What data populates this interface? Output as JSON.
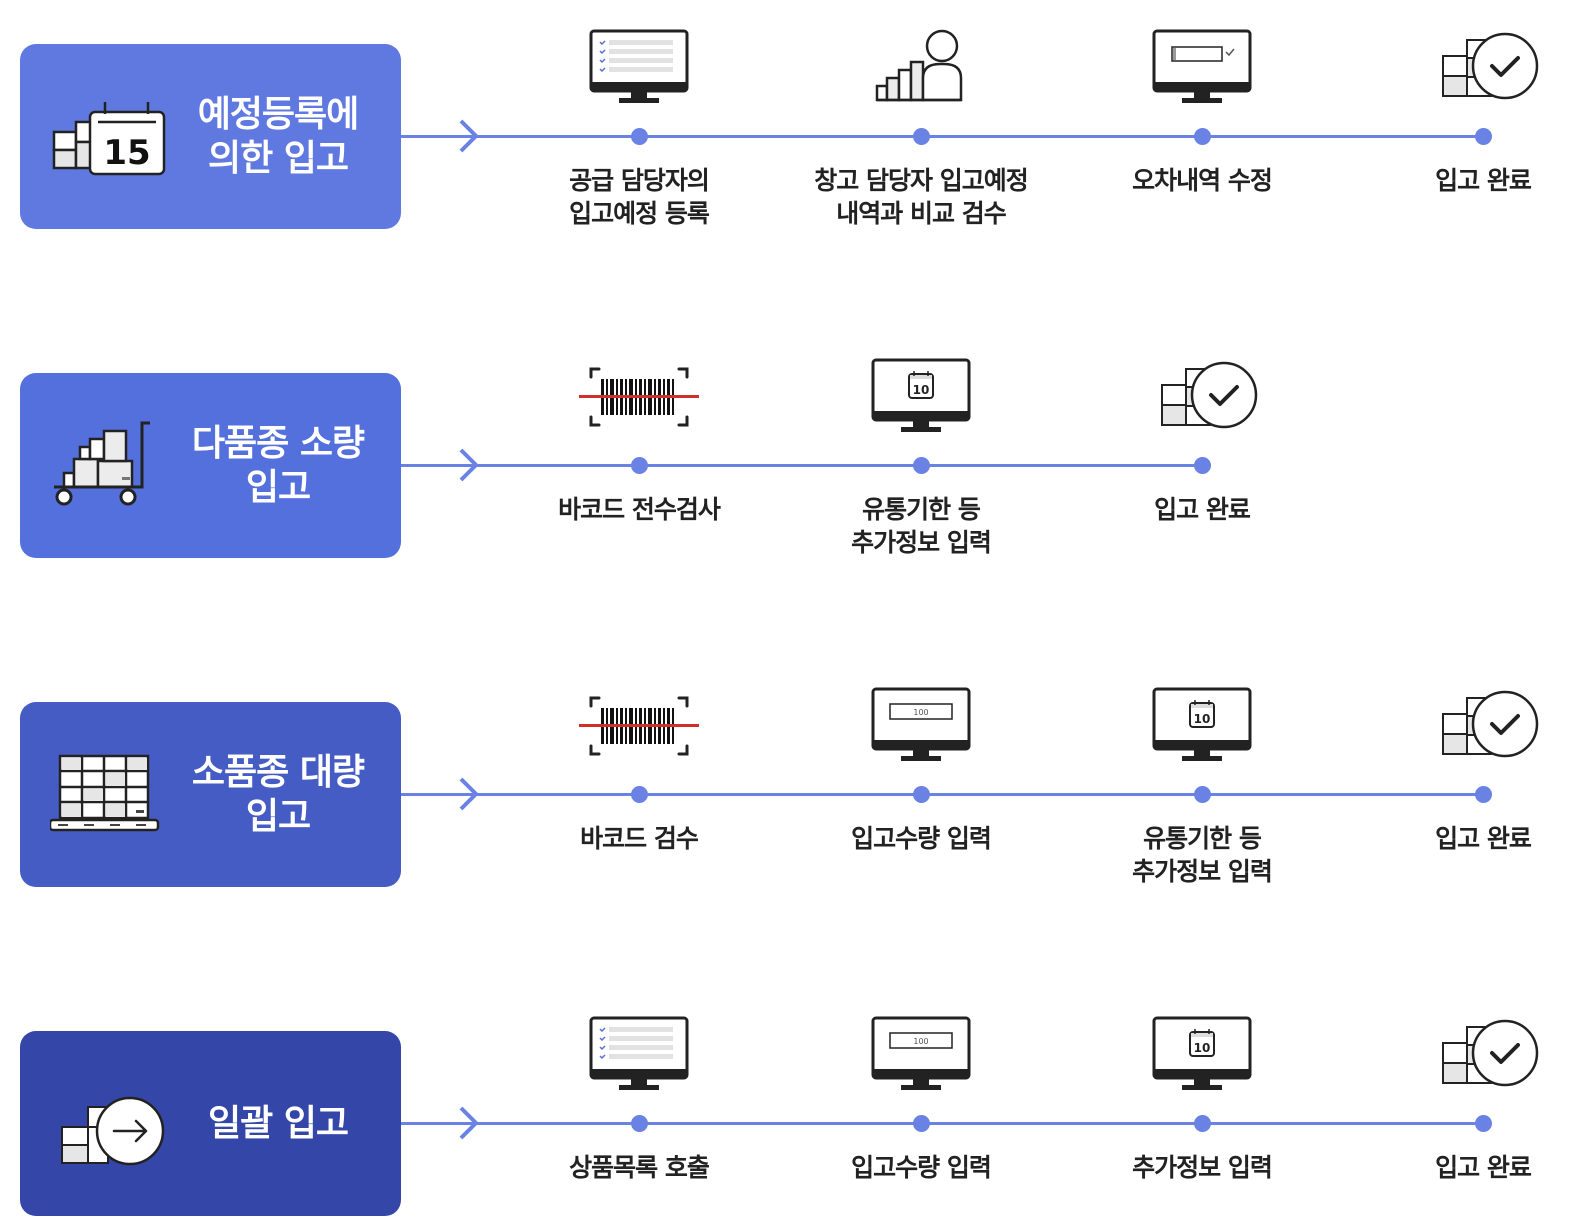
{
  "colors": {
    "line": "#6a82e3",
    "dot": "#6a82e3",
    "barcode_scan_line": "#d0302a",
    "text": "#222222"
  },
  "flows": [
    {
      "title": "예정등록에\n의한 입고",
      "card_color": "#6079e0",
      "card_icon": "calendar-boxes-icon",
      "calendar_day": "15",
      "steps": [
        {
          "icon": "monitor-checklist-icon",
          "label": "공급 담당자의\n입고예정 등록"
        },
        {
          "icon": "person-boxes-icon",
          "label": "창고 담당자 입고예정\n내역과 비교 검수"
        },
        {
          "icon": "monitor-input-check-icon",
          "label": "오차내역 수정"
        },
        {
          "icon": "boxes-checkmark-icon",
          "label": "입고 완료"
        }
      ]
    },
    {
      "title": "다품종 소량\n입고",
      "card_color": "#5470dc",
      "card_icon": "hand-truck-boxes-icon",
      "steps": [
        {
          "icon": "barcode-scan-icon",
          "label": "바코드 전수검사"
        },
        {
          "icon": "monitor-calendar-icon",
          "label": "유통기한 등\n추가정보 입력",
          "calendar_day": "10"
        },
        {
          "icon": "boxes-checkmark-icon",
          "label": "입고 완료"
        }
      ]
    },
    {
      "title": "소품종 대량\n입고",
      "card_color": "#455cc4",
      "card_icon": "pallet-boxes-icon",
      "steps": [
        {
          "icon": "barcode-scan-icon",
          "label": "바코드 검수"
        },
        {
          "icon": "monitor-quantity-icon",
          "label": "입고수량 입력",
          "quantity": "100"
        },
        {
          "icon": "monitor-calendar-icon",
          "label": "유통기한 등\n추가정보 입력",
          "calendar_day": "10"
        },
        {
          "icon": "boxes-checkmark-icon",
          "label": "입고 완료"
        }
      ]
    },
    {
      "title": "일괄 입고",
      "card_color": "#3447a8",
      "card_icon": "boxes-arrow-icon",
      "steps": [
        {
          "icon": "monitor-checklist-icon",
          "label": "상품목록 호출"
        },
        {
          "icon": "monitor-quantity-icon",
          "label": "입고수량 입력",
          "quantity": "100"
        },
        {
          "icon": "monitor-calendar-icon",
          "label": "추가정보 입력",
          "calendar_day": "10"
        },
        {
          "icon": "boxes-checkmark-icon",
          "label": "입고 완료"
        }
      ]
    }
  ]
}
